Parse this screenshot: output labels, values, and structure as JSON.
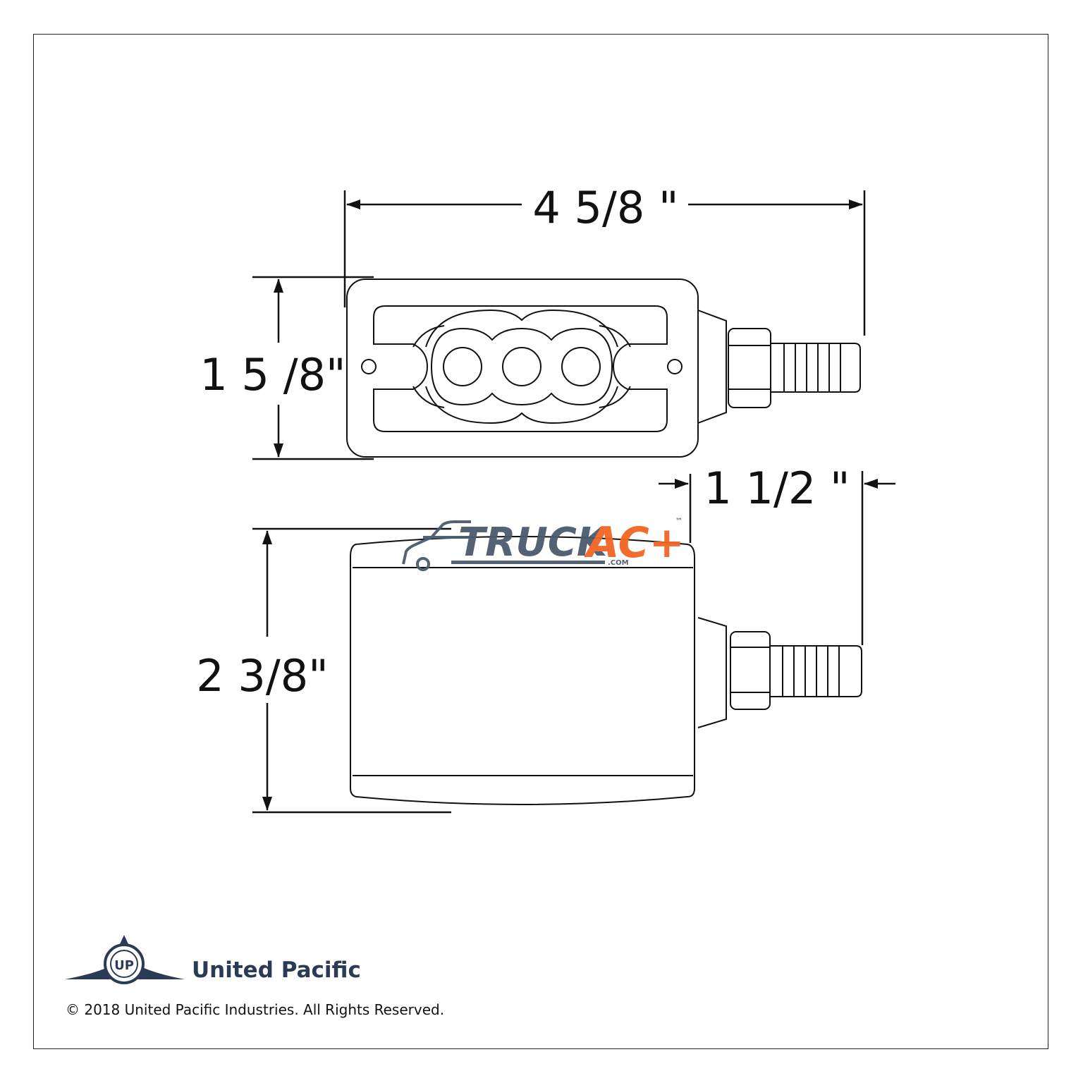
{
  "dimensions": {
    "width_top": "4 5/8 \"",
    "height_top": "1 5 /8\"",
    "stud_length": "1 1/2 \"",
    "depth": "2 3/8\""
  },
  "watermark": {
    "truck": "TRUCK",
    "ac": "AC+",
    "com": ".COM",
    "tm": "™"
  },
  "brand": {
    "name": "United Pacific",
    "logo_letters": "UP",
    "color": "#2b3a55"
  },
  "copyright": "© 2018 United Pacific Industries. All Rights Reserved.",
  "colors": {
    "line": "#111111",
    "watermark_gray": "#4b5a6e",
    "watermark_orange": "#f26522"
  }
}
